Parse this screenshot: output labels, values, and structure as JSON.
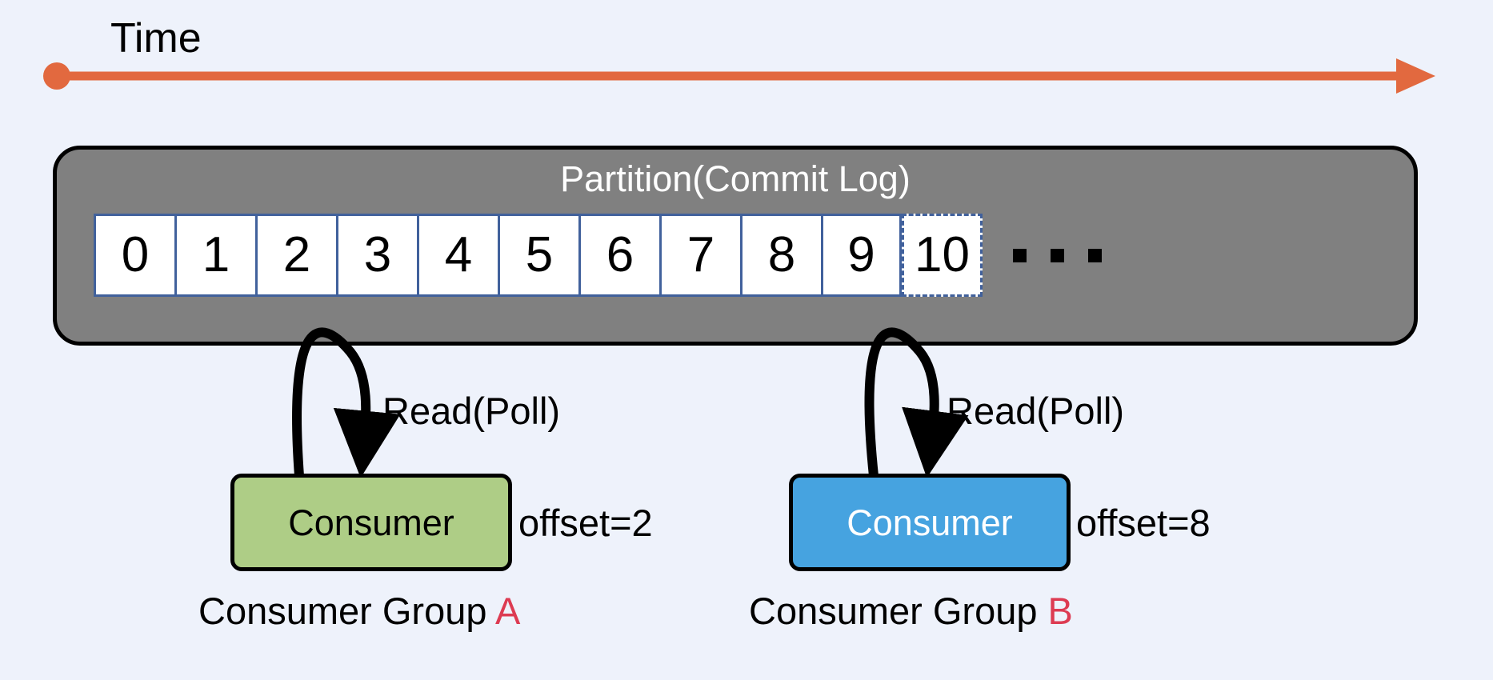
{
  "diagram": {
    "background_color": "#eef2fb",
    "timeline": {
      "label": "Time",
      "color": "#e2693f",
      "start_marker": "dot",
      "end_marker": "arrowhead-right"
    },
    "partition": {
      "title": "Partition(Commit Log)",
      "fill_color": "#808080",
      "border_color": "#000000",
      "title_color": "#ffffff",
      "cell_border_color": "#41619c",
      "cell_fill_color": "#ffffff",
      "offsets": [
        "0",
        "1",
        "2",
        "3",
        "4",
        "5",
        "6",
        "7",
        "8",
        "9"
      ],
      "pending_offset": "10",
      "ellipsis_dots": [
        "dot",
        "dot",
        "dot"
      ]
    },
    "read_arrows": [
      {
        "label": "Read(Poll)",
        "from_offset": "2",
        "to": "consumer-a"
      },
      {
        "label": "Read(Poll)",
        "from_offset": "8",
        "to": "consumer-b"
      }
    ],
    "consumers": [
      {
        "id": "consumer-a",
        "box_label": "Consumer",
        "box_fill": "#aecd86",
        "box_text_color": "#000000",
        "offset_text": "offset=2",
        "group_prefix": "Consumer Group ",
        "group_letter": "A",
        "group_letter_color": "#dd3b52"
      },
      {
        "id": "consumer-b",
        "box_label": "Consumer",
        "box_fill": "#46a3e0",
        "box_text_color": "#ffffff",
        "offset_text": "offset=8",
        "group_prefix": "Consumer Group ",
        "group_letter": "B",
        "group_letter_color": "#dd3b52"
      }
    ]
  }
}
